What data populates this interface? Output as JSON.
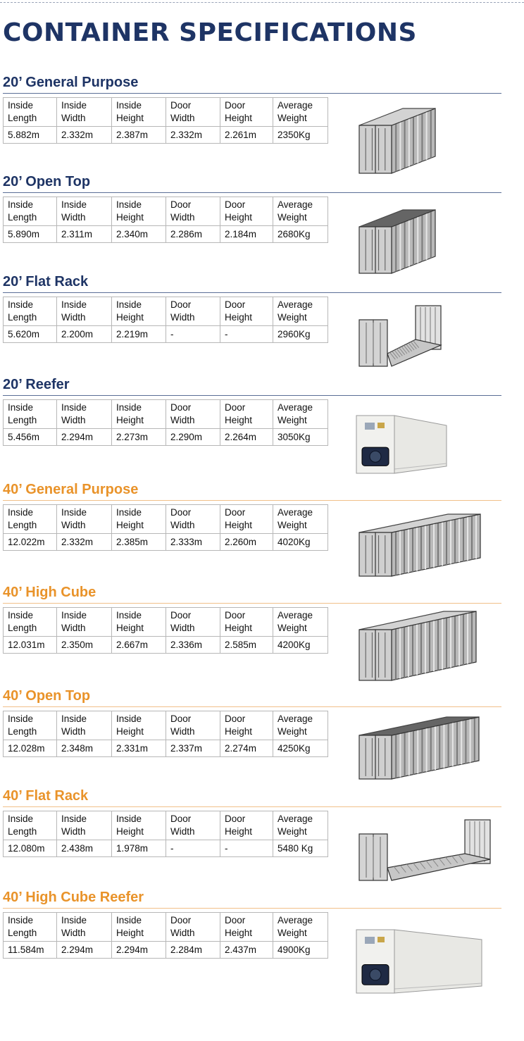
{
  "title": "CONTAINER SPECIFICATIONS",
  "headers": [
    [
      "Inside",
      "Length"
    ],
    [
      "Inside",
      "Width"
    ],
    [
      "Inside",
      "Height"
    ],
    [
      "Door",
      "Width"
    ],
    [
      "Door",
      "Height"
    ],
    [
      "Average",
      "Weight"
    ]
  ],
  "sections": [
    {
      "title": "20’ General Purpose",
      "color": "#1e3465",
      "values": [
        "5.882m",
        "2.332m",
        "2.387m",
        "2.332m",
        "2.261m",
        "2350Kg"
      ],
      "image": "20ft-general-purpose-container"
    },
    {
      "title": "20’ Open Top",
      "color": "#1e3465",
      "values": [
        "5.890m",
        "2.311m",
        "2.340m",
        "2.286m",
        "2.184m",
        "2680Kg"
      ],
      "image": "20ft-open-top-container"
    },
    {
      "title": "20’ Flat Rack",
      "color": "#1e3465",
      "values": [
        "5.620m",
        "2.200m",
        "2.219m",
        "-",
        "-",
        "2960Kg"
      ],
      "image": "20ft-flat-rack-container"
    },
    {
      "title": "20’ Reefer",
      "color": "#1e3465",
      "values": [
        "5.456m",
        "2.294m",
        "2.273m",
        "2.290m",
        "2.264m",
        "3050Kg"
      ],
      "image": "20ft-reefer-container"
    },
    {
      "title": "40’ General Purpose",
      "color": "#e9932a",
      "values": [
        "12.022m",
        "2.332m",
        "2.385m",
        "2.333m",
        "2.260m",
        "4020Kg"
      ],
      "image": "40ft-general-purpose-container"
    },
    {
      "title": "40’ High Cube",
      "color": "#e9932a",
      "values": [
        "12.031m",
        "2.350m",
        "2.667m",
        "2.336m",
        "2.585m",
        "4200Kg"
      ],
      "image": "40ft-high-cube-container"
    },
    {
      "title": "40’ Open Top",
      "color": "#e9932a",
      "values": [
        "12.028m",
        "2.348m",
        "2.331m",
        "2.337m",
        "2.274m",
        "4250Kg"
      ],
      "image": "40ft-open-top-container"
    },
    {
      "title": "40’ Flat Rack",
      "color": "#e9932a",
      "values": [
        "12.080m",
        "2.438m",
        "1.978m",
        "-",
        "-",
        "5480 Kg"
      ],
      "image": "40ft-flat-rack-container"
    },
    {
      "title": "40’ High Cube Reefer",
      "color": "#e9932a",
      "values": [
        "11.584m",
        "2.294m",
        "2.294m",
        "2.284m",
        "2.437m",
        "4900Kg"
      ],
      "image": "40ft-high-cube-reefer-container"
    }
  ]
}
